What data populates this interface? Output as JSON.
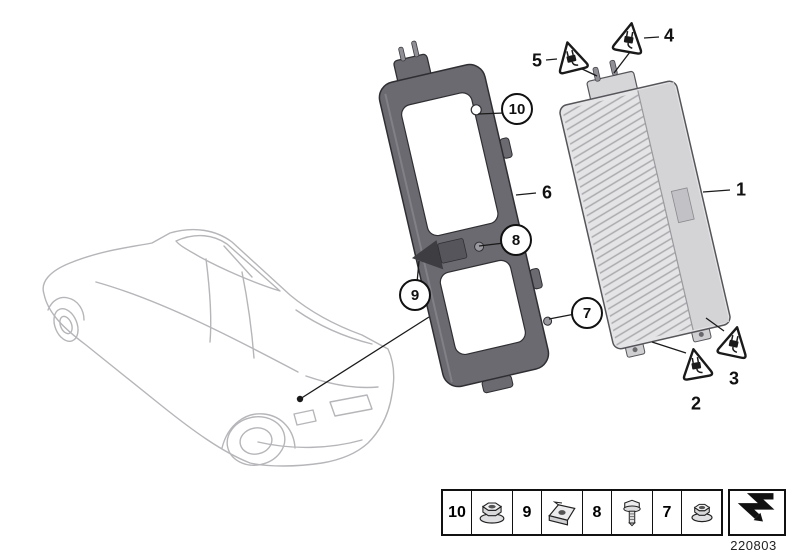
{
  "diagram": {
    "doc_number": "220803",
    "callouts": {
      "1": "1",
      "2": "2",
      "3": "3",
      "4": "4",
      "5": "5",
      "6": "6",
      "7": "7",
      "8": "8",
      "9": "9",
      "10": "10"
    },
    "legend": {
      "items": [
        {
          "number": "10",
          "icon": "flange-nut-icon"
        },
        {
          "number": "9",
          "icon": "cage-clip-icon"
        },
        {
          "number": "8",
          "icon": "hex-bolt-icon"
        },
        {
          "number": "7",
          "icon": "flange-nut-icon"
        }
      ]
    },
    "symbol_box": {
      "icon": "zigzag-arrow-icon"
    },
    "colors": {
      "line": "#1a1a1a",
      "car_outline": "#b6b6ba",
      "bracket_fill": "#6a6a70",
      "module_fill": "#e4e4e6",
      "background": "#ffffff"
    }
  }
}
